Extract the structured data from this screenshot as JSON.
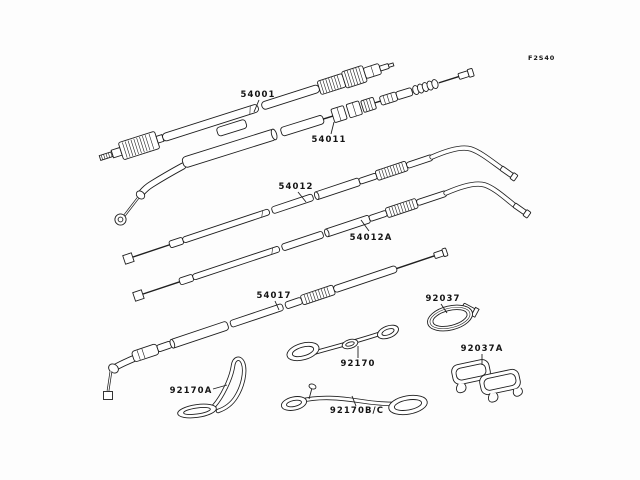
{
  "figure_code": "F2S40",
  "colors": {
    "background": "#fdfdfd",
    "line": "#1f1f1f"
  },
  "labels": {
    "p54001": "54001",
    "p54011": "54011",
    "p54012": "54012",
    "p54012a": "54012A",
    "p54017": "54017",
    "p92037": "92037",
    "p92037a": "92037A",
    "p92170": "92170",
    "p92170a": "92170A",
    "p92170bc": "92170B/C"
  }
}
